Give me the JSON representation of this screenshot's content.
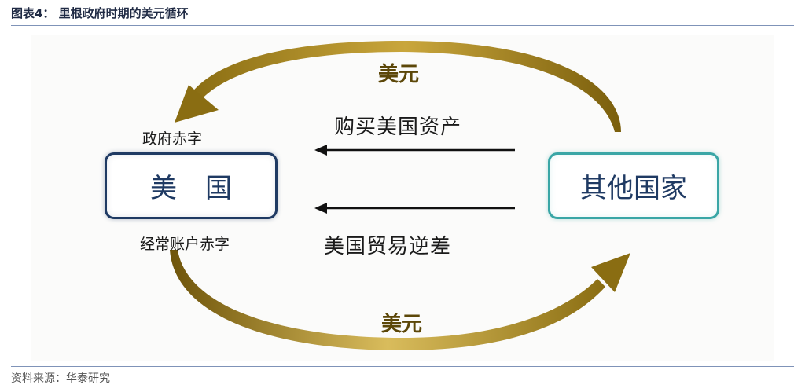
{
  "header": {
    "title": "图表4：  里根政府时期的美元循环"
  },
  "footer": {
    "source": "资料来源：华泰研究"
  },
  "diagram": {
    "node_us": "美国",
    "node_other": "其他国家",
    "label_gov_deficit": "政府赤字",
    "label_current_account_deficit": "经常账户赤字",
    "label_buy_us_assets": "购买美国资产",
    "label_trade_deficit": "美国贸易逆差",
    "label_dollar_top": "美元",
    "label_dollar_bottom": "美元"
  },
  "colors": {
    "us_border": "#1f3a63",
    "other_border": "#3aa6a6",
    "gold_arrow": "#8a6d12",
    "text_dark": "#1a1a1a"
  }
}
